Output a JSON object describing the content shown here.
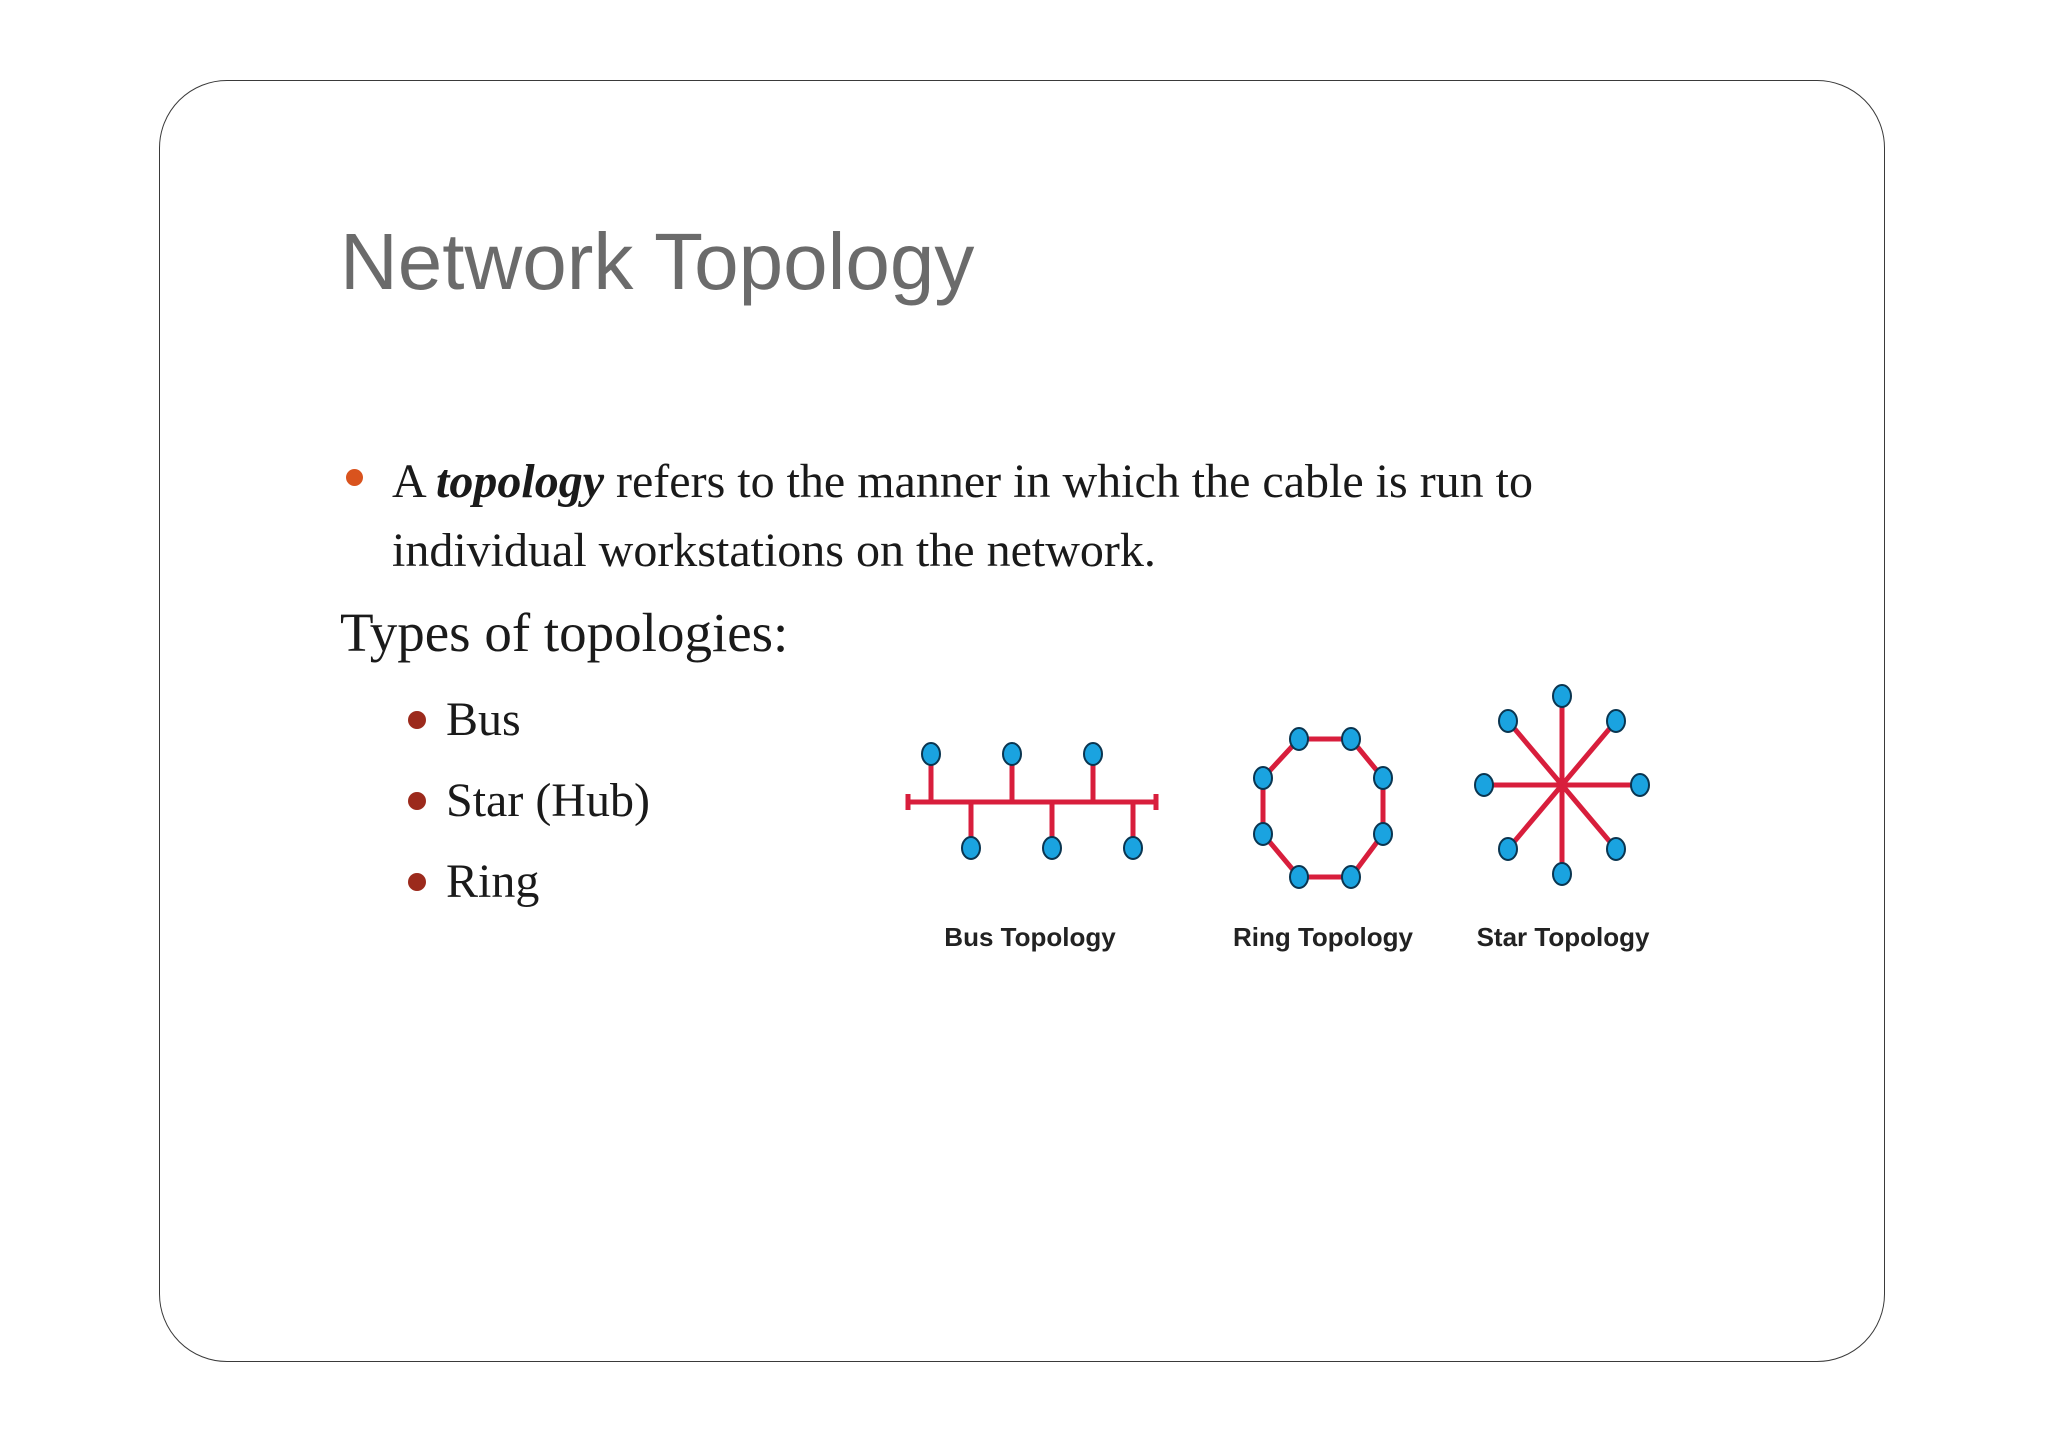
{
  "slide": {
    "title": "Network Topology",
    "bullet": {
      "prefix": "A ",
      "emphasis": "topology",
      "rest": " refers to the manner in which the cable is run to individual workstations on the network."
    },
    "types_heading": "Types of topologies:",
    "types": [
      "Bus",
      "Star (Hub)",
      "Ring"
    ]
  },
  "diagram": {
    "labels": {
      "bus": "Bus Topology",
      "ring": "Ring Topology",
      "star": "Star Topology"
    }
  },
  "colors": {
    "title": "#6b6b6b",
    "bullet_main": "#d9531e",
    "bullet_sub": "#9c2a1c",
    "cable": "#d81e3c",
    "node_fill": "#1aa3e0",
    "node_stroke": "#0a3550"
  }
}
